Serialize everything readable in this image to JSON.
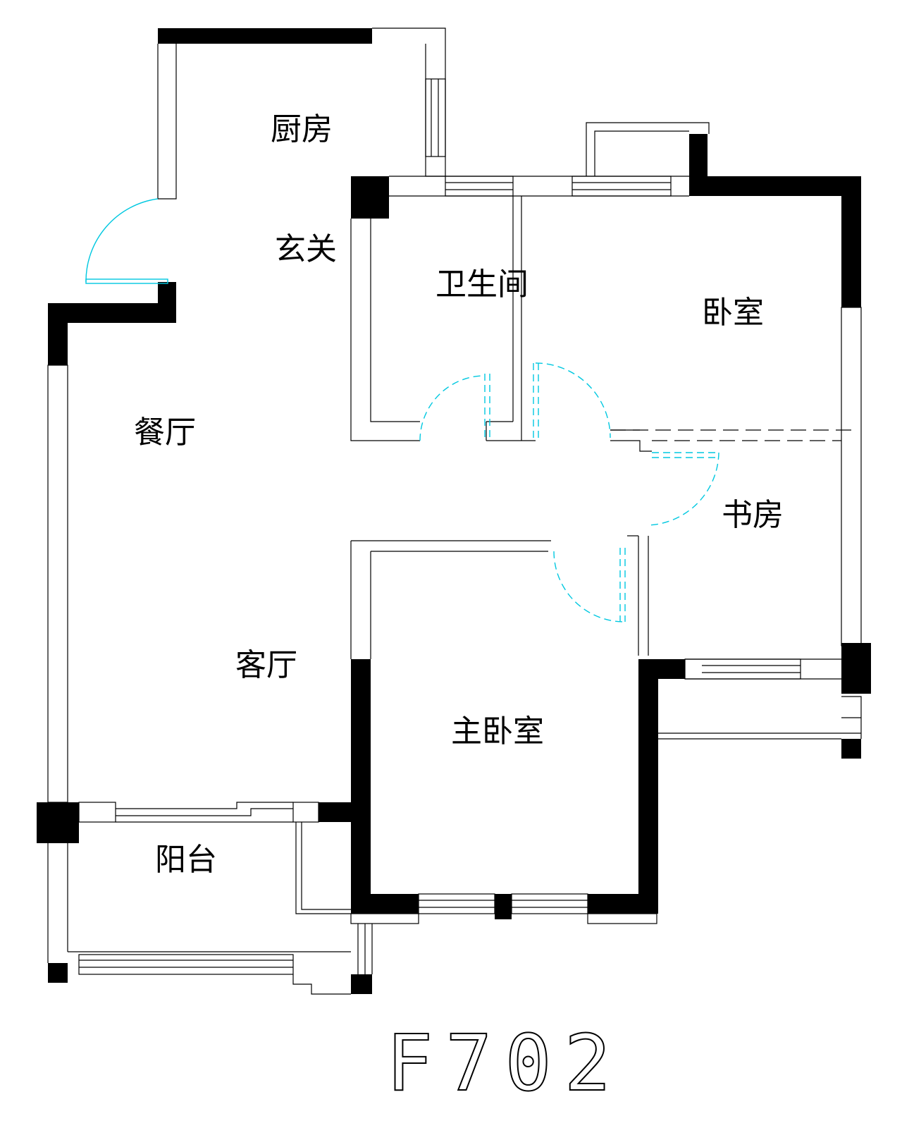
{
  "plan": {
    "code": "F702",
    "rooms": {
      "kitchen": "厨房",
      "entrance": "玄关",
      "bathroom": "卫生间",
      "bedroom": "卧室",
      "dining": "餐厅",
      "study": "书房",
      "living": "客厅",
      "master_bedroom": "主卧室",
      "balcony": "阳台"
    }
  },
  "colors": {
    "wall": "#000000",
    "door": "#00c8e0",
    "background": "#ffffff"
  }
}
